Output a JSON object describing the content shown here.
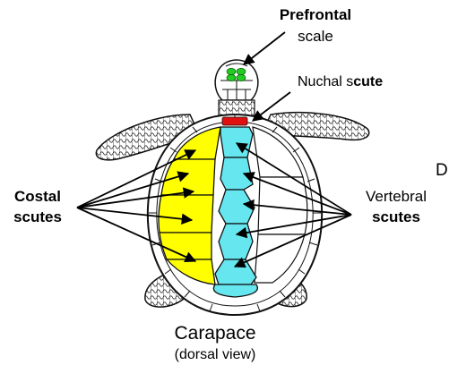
{
  "labels": {
    "prefrontal_line1": "Prefrontal",
    "prefrontal_line2": "scale",
    "nuchal_prefix": "Nuchal s",
    "nuchal_bold": "cute",
    "costal_line1": "Costal",
    "costal_line2": "scutes",
    "vertebral_line1": "Vertebral",
    "vertebral_line2": "scutes",
    "edge_letter": "D",
    "caption_line1": "Carapace",
    "caption_line2": "(dorsal view)"
  },
  "colors": {
    "prefrontal": "#22cc22",
    "nuchal": "#e01010",
    "costal": "#ffff00",
    "vertebral": "#66e6ee",
    "outline": "#111111",
    "background": "#ffffff"
  }
}
